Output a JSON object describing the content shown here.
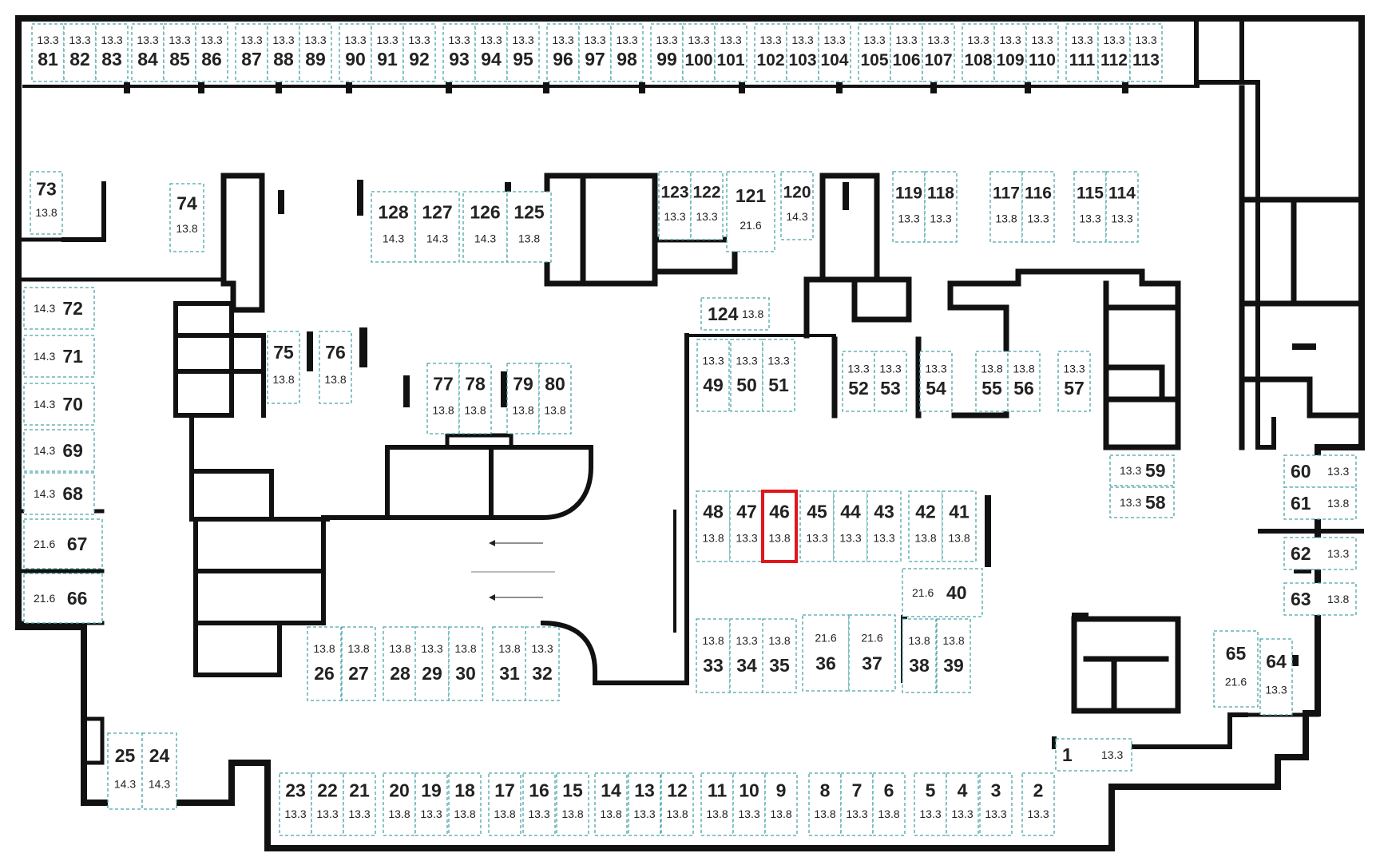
{
  "plan": {
    "selected_spot": "46",
    "colors": {
      "cell_border": "#4aa5a8",
      "selected": "#e0161b",
      "wall": "#111111"
    },
    "spots": [
      {
        "id": "81",
        "area": "13.3"
      },
      {
        "id": "82",
        "area": "13.3"
      },
      {
        "id": "83",
        "area": "13.3"
      },
      {
        "id": "84",
        "area": "13.3"
      },
      {
        "id": "85",
        "area": "13.3"
      },
      {
        "id": "86",
        "area": "13.3"
      },
      {
        "id": "87",
        "area": "13.3"
      },
      {
        "id": "88",
        "area": "13.3"
      },
      {
        "id": "89",
        "area": "13.3"
      },
      {
        "id": "90",
        "area": "13.3"
      },
      {
        "id": "91",
        "area": "13.3"
      },
      {
        "id": "92",
        "area": "13.3"
      },
      {
        "id": "93",
        "area": "13.3"
      },
      {
        "id": "94",
        "area": "13.3"
      },
      {
        "id": "95",
        "area": "13.3"
      },
      {
        "id": "96",
        "area": "13.3"
      },
      {
        "id": "97",
        "area": "13.3"
      },
      {
        "id": "98",
        "area": "13.3"
      },
      {
        "id": "99",
        "area": "13.3"
      },
      {
        "id": "100",
        "area": "13.3"
      },
      {
        "id": "101",
        "area": "13.3"
      },
      {
        "id": "102",
        "area": "13.3"
      },
      {
        "id": "103",
        "area": "13.3"
      },
      {
        "id": "104",
        "area": "13.3"
      },
      {
        "id": "105",
        "area": "13.3"
      },
      {
        "id": "106",
        "area": "13.3"
      },
      {
        "id": "107",
        "area": "13.3"
      },
      {
        "id": "108",
        "area": "13.3"
      },
      {
        "id": "109",
        "area": "13.3"
      },
      {
        "id": "110",
        "area": "13.3"
      },
      {
        "id": "111",
        "area": "13.3"
      },
      {
        "id": "112",
        "area": "13.3"
      },
      {
        "id": "113",
        "area": "13.3"
      },
      {
        "id": "73",
        "area": "13.8"
      },
      {
        "id": "74",
        "area": "13.8"
      },
      {
        "id": "128",
        "area": "14.3"
      },
      {
        "id": "127",
        "area": "14.3"
      },
      {
        "id": "126",
        "area": "14.3"
      },
      {
        "id": "125",
        "area": "13.8"
      },
      {
        "id": "123",
        "area": "13.3"
      },
      {
        "id": "122",
        "area": "13.3"
      },
      {
        "id": "121",
        "area": "21.6"
      },
      {
        "id": "120",
        "area": "14.3"
      },
      {
        "id": "119",
        "area": "13.3"
      },
      {
        "id": "118",
        "area": "13.3"
      },
      {
        "id": "117",
        "area": "13.8"
      },
      {
        "id": "116",
        "area": "13.3"
      },
      {
        "id": "115",
        "area": "13.3"
      },
      {
        "id": "114",
        "area": "13.3"
      },
      {
        "id": "72",
        "area": "14.3"
      },
      {
        "id": "71",
        "area": "14.3"
      },
      {
        "id": "70",
        "area": "14.3"
      },
      {
        "id": "69",
        "area": "14.3"
      },
      {
        "id": "68",
        "area": "14.3"
      },
      {
        "id": "67",
        "area": "21.6"
      },
      {
        "id": "66",
        "area": "21.6"
      },
      {
        "id": "124",
        "area": "13.8"
      },
      {
        "id": "75",
        "area": "13.8"
      },
      {
        "id": "76",
        "area": "13.8"
      },
      {
        "id": "77",
        "area": "13.8"
      },
      {
        "id": "78",
        "area": "13.8"
      },
      {
        "id": "79",
        "area": "13.8"
      },
      {
        "id": "80",
        "area": "13.8"
      },
      {
        "id": "49",
        "area": "13.3"
      },
      {
        "id": "50",
        "area": "13.3"
      },
      {
        "id": "51",
        "area": "13.3"
      },
      {
        "id": "52",
        "area": "13.3"
      },
      {
        "id": "53",
        "area": "13.3"
      },
      {
        "id": "54",
        "area": "13.3"
      },
      {
        "id": "55",
        "area": "13.8"
      },
      {
        "id": "56",
        "area": "13.8"
      },
      {
        "id": "57",
        "area": "13.3"
      },
      {
        "id": "59",
        "area": "13.3"
      },
      {
        "id": "58",
        "area": "13.3"
      },
      {
        "id": "60",
        "area": "13.3"
      },
      {
        "id": "61",
        "area": "13.8"
      },
      {
        "id": "62",
        "area": "13.3"
      },
      {
        "id": "63",
        "area": "13.8"
      },
      {
        "id": "48",
        "area": "13.8"
      },
      {
        "id": "47",
        "area": "13.3"
      },
      {
        "id": "46",
        "area": "13.8"
      },
      {
        "id": "45",
        "area": "13.3"
      },
      {
        "id": "44",
        "area": "13.3"
      },
      {
        "id": "43",
        "area": "13.3"
      },
      {
        "id": "42",
        "area": "13.8"
      },
      {
        "id": "41",
        "area": "13.8"
      },
      {
        "id": "40",
        "area": "21.6"
      },
      {
        "id": "33",
        "area": "13.8"
      },
      {
        "id": "34",
        "area": "13.3"
      },
      {
        "id": "35",
        "area": "13.8"
      },
      {
        "id": "36",
        "area": "21.6"
      },
      {
        "id": "37",
        "area": "21.6"
      },
      {
        "id": "38",
        "area": "13.8"
      },
      {
        "id": "39",
        "area": "13.8"
      },
      {
        "id": "26",
        "area": "13.8"
      },
      {
        "id": "27",
        "area": "13.8"
      },
      {
        "id": "28",
        "area": "13.8"
      },
      {
        "id": "29",
        "area": "13.3"
      },
      {
        "id": "30",
        "area": "13.8"
      },
      {
        "id": "31",
        "area": "13.8"
      },
      {
        "id": "32",
        "area": "13.3"
      },
      {
        "id": "65",
        "area": "21.6"
      },
      {
        "id": "64",
        "area": "13.3"
      },
      {
        "id": "25",
        "area": "14.3"
      },
      {
        "id": "24",
        "area": "14.3"
      },
      {
        "id": "1",
        "area": "13.3"
      },
      {
        "id": "23",
        "area": "13.3"
      },
      {
        "id": "22",
        "area": "13.3"
      },
      {
        "id": "21",
        "area": "13.3"
      },
      {
        "id": "20",
        "area": "13.8"
      },
      {
        "id": "19",
        "area": "13.3"
      },
      {
        "id": "18",
        "area": "13.8"
      },
      {
        "id": "17",
        "area": "13.8"
      },
      {
        "id": "16",
        "area": "13.3"
      },
      {
        "id": "15",
        "area": "13.8"
      },
      {
        "id": "14",
        "area": "13.8"
      },
      {
        "id": "13",
        "area": "13.3"
      },
      {
        "id": "12",
        "area": "13.8"
      },
      {
        "id": "11",
        "area": "13.8"
      },
      {
        "id": "10",
        "area": "13.3"
      },
      {
        "id": "9",
        "area": "13.8"
      },
      {
        "id": "8",
        "area": "13.8"
      },
      {
        "id": "7",
        "area": "13.3"
      },
      {
        "id": "6",
        "area": "13.8"
      },
      {
        "id": "5",
        "area": "13.3"
      },
      {
        "id": "4",
        "area": "13.3"
      },
      {
        "id": "3",
        "area": "13.3"
      },
      {
        "id": "2",
        "area": "13.3"
      }
    ]
  }
}
